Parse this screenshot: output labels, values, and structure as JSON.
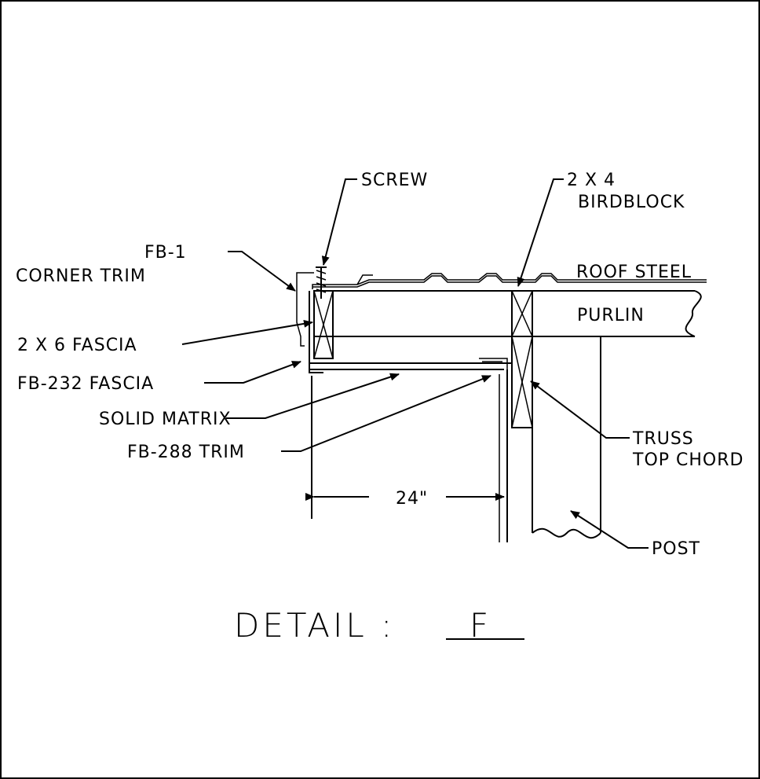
{
  "labels": {
    "screw": "SCREW",
    "birdblock_line1": "2 X 4",
    "birdblock_line2": "BIRDBLOCK",
    "corner_trim_line1": "FB-1",
    "corner_trim_line2": "CORNER TRIM",
    "roof_steel": "ROOF STEEL",
    "purlin": "PURLIN",
    "fascia_2x6": "2 X 6 FASCIA",
    "fascia_fb232": "FB-232 FASCIA",
    "solid_matrix": "SOLID MATRIX",
    "trim_fb288": "FB-288 TRIM",
    "truss_line1": "TRUSS",
    "truss_line2": "TOP CHORD",
    "dimension": "24\"",
    "post": "POST"
  },
  "title": {
    "prefix": "DETAIL :",
    "letter": "F"
  }
}
